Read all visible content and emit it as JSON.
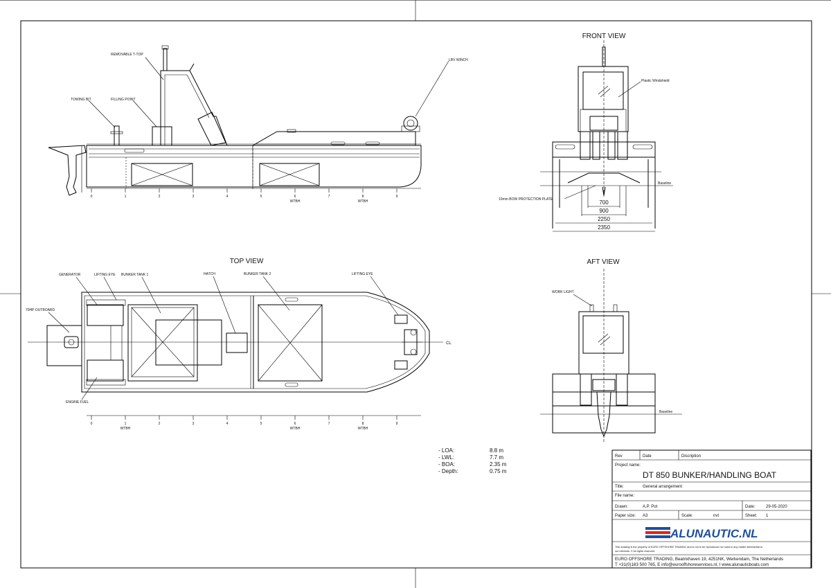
{
  "views": {
    "front": "FRONT VIEW",
    "top": "TOP VIEW",
    "aft": "AFT VIEW"
  },
  "side_labels": {
    "removable_t_top": "REMOVABLE T-TOP",
    "winch": "LBV WINCH",
    "towing_bit": "TOWING BIT",
    "filling_point": "FILLING POINT"
  },
  "frames": [
    "0",
    "1",
    "2",
    "3",
    "4",
    "5",
    "6",
    "7",
    "8",
    "9"
  ],
  "wtbh_label": "WTBH",
  "top_labels": {
    "generator": "GENERATOR",
    "lifting_eye_aft": "LIFTING EYE",
    "bunker_tank_1": "BUNKER TANK 1",
    "hatch": "HATCH",
    "bunker_tank_2": "BUNKER TANK 2",
    "lifting_eye_fwd": "LIFTING EYE",
    "outboard": "70HP OUTBOARD",
    "engine_fuel": "ENGINE FUEL",
    "cl": "CL"
  },
  "front_labels": {
    "windshield": "Plastic Windshield",
    "baseline": "Baseline",
    "bow_plate": "10mm BOW PROTECTION PLATE",
    "dims": [
      "700",
      "900",
      "2250",
      "2350"
    ]
  },
  "aft_labels": {
    "work_light": "WORK LIGHT",
    "baseline": "Baseline"
  },
  "specs": [
    {
      "label": "- LOA:",
      "value": "8.8 m"
    },
    {
      "label": "- LWL:",
      "value": "7.7 m"
    },
    {
      "label": "- BOA:",
      "value": "2.35 m"
    },
    {
      "label": "- Depth:",
      "value": "0.75 m"
    }
  ],
  "title_block": {
    "rev": "Rev",
    "date_h": "Date",
    "description": "Discription",
    "project_label": "Project name:",
    "project_name": "DT 850 BUNKER/HANDLING BOAT",
    "title_label": "Title:",
    "title_value": "General arrangement",
    "file_label": "File name:",
    "drawn_label": "Drawn:",
    "drawn_value": "A.P. Pot",
    "date_label": "Date:",
    "date_value": "29-05-2020",
    "paper_label": "Paper size:",
    "paper_value": "A3",
    "scale_label": "Scale:",
    "scale_value": "nvt",
    "sheet_label": "Sheet:",
    "sheet_value": "1",
    "logo_text": "ALUNAUTIC.NL",
    "disclaimer_1": "This drawing is the property of EURO OFFSHORE TRADING and is not to be reproduced nor used in any matter detrimental to",
    "disclaimer_2": "our interests. © All rights reserved.",
    "address": "EURO OFFSHORE TRADING, Beatrixhaven 19, 4251NK, Werkendam, The Netherlands",
    "contact": "T +31(0)183 500 765, E info@eurooffshoreservices.nl, I www.alunauticboats.com"
  },
  "colors": {
    "logo_blue": "#1c4fa0",
    "logo_red": "#e2231a"
  }
}
